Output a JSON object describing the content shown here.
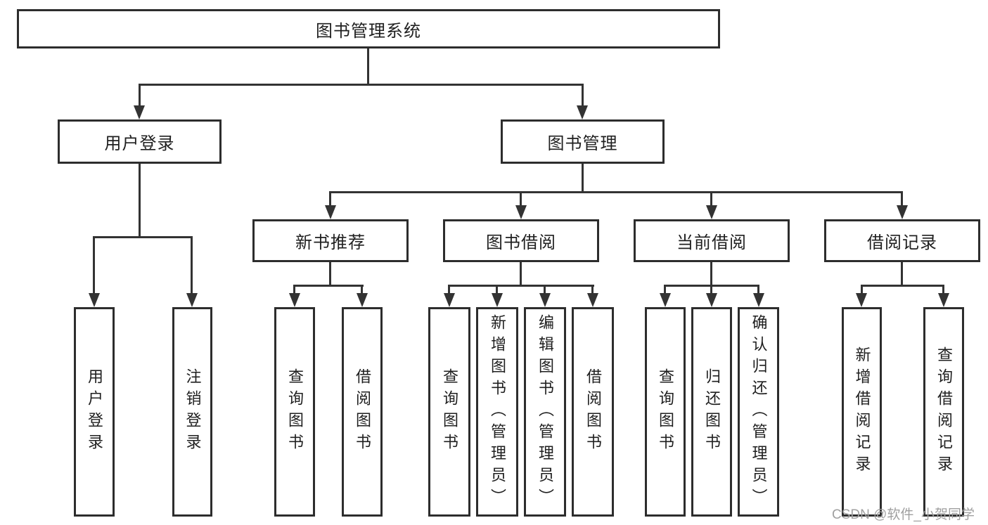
{
  "diagram": {
    "root": "图书管理系统",
    "level2": {
      "user_login": "用户登录",
      "book_mgmt": "图书管理"
    },
    "level3": {
      "new_book": "新书推荐",
      "borrow": "图书借阅",
      "current": "当前借阅",
      "records": "借阅记录"
    },
    "leaves": {
      "user_login": "用户登录",
      "logout": "注销登录",
      "nb_query": "查询图书",
      "nb_borrow": "借阅图书",
      "bb_query": "查询图书",
      "bb_add": "新增图书（管理员）",
      "bb_edit": "编辑图书（管理员）",
      "bb_borrow": "借阅图书",
      "cb_query": "查询图书",
      "cb_return": "归还图书",
      "cb_confirm": "确认归还（管理员）",
      "rc_add": "新增借阅记录",
      "rc_query": "查询借阅记录"
    }
  },
  "watermark": "CSDN @软件_小贺同学",
  "colors": {
    "line": "#333333",
    "border": "#2d2d2d",
    "text": "#1f1f1f",
    "watermark": "#a0a0a0",
    "background": "#ffffff"
  }
}
